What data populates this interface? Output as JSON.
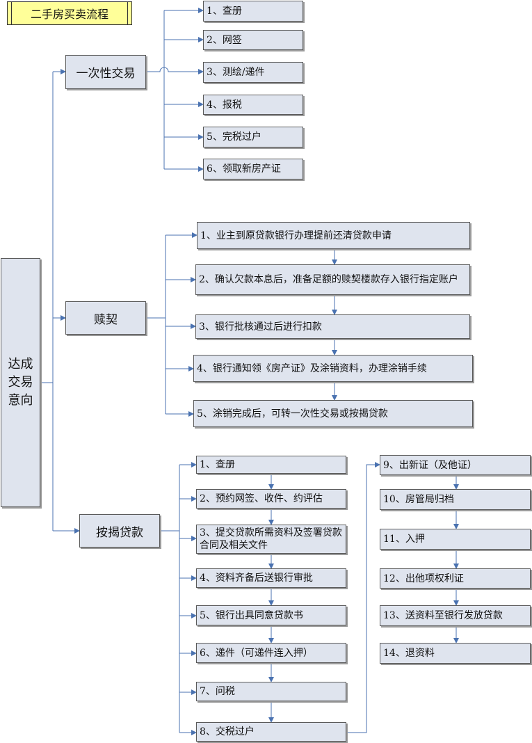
{
  "title": "二手房买卖流程",
  "root": "达成交易意向",
  "colors": {
    "box_fill": "#dfe4ee",
    "connector": "#4a72b0",
    "title_fill": "#ffff99"
  },
  "branches": [
    {
      "label": "一次性交易",
      "steps": [
        "1、查册",
        "2、网签",
        "3、测绘/递件",
        "4、报税",
        "5、完税过户",
        "6、领取新房产证"
      ]
    },
    {
      "label": "赎契",
      "steps": [
        "1、业主到原贷款银行办理提前还清贷款申请",
        "2、确认欠款本息后，准备足额的赎契楼款存入银行指定账户",
        "3、银行批核通过后进行扣款",
        "4、银行通知领《房产证》及涂销资料，办理涂销手续",
        "5、涂销完成后，可转一次性交易或按揭贷款"
      ]
    },
    {
      "label": "按揭贷款",
      "steps": [
        "1、查册",
        "2、预约网签、收件、约评估",
        "3、提交贷款所需资料及签署贷款合同及相关文件",
        "4、资料齐备后送银行审批",
        "5、银行出具同意贷款书",
        "6、递件（可递件连入押）",
        "7、问税",
        "8、交税过户"
      ],
      "steps_continued": [
        "9、出新证（及他证）",
        "10、房管局归档",
        "11、入押",
        "12、出他项权利证",
        "13、送资料至银行发放贷款",
        "14、退资料"
      ]
    }
  ]
}
